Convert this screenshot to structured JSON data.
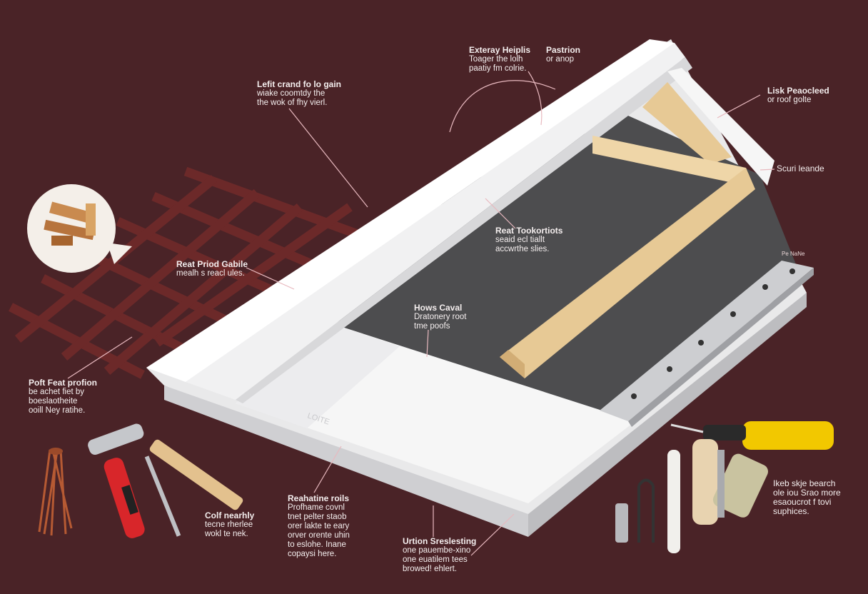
{
  "colors": {
    "background": "#4a2327",
    "membrane": "#4d4d4f",
    "panel": "#f4f4f4",
    "wood": "#e7c995",
    "lattice": "#6e2a2a",
    "leader": "#e8b9bf"
  },
  "labels": [
    {
      "id": "left-crand",
      "title": "Lefit crand fo lo gain",
      "lines": [
        "wiake coomtdy the",
        "the wok of fhy vierl."
      ]
    },
    {
      "id": "exteray",
      "title": "Exteray Heiplis",
      "lines": [
        "Toager the lolh",
        "paatiy fm colrie."
      ]
    },
    {
      "id": "pastrion",
      "title": "Pastrion",
      "lines": [
        "or anop"
      ]
    },
    {
      "id": "lisk",
      "title": "Lisk Peaocleed",
      "lines": [
        "or roof golte"
      ]
    },
    {
      "id": "scuri",
      "title": "",
      "lines": [
        "Scuri leande"
      ]
    },
    {
      "id": "reat-took",
      "title": "Reat Tookortiots",
      "lines": [
        "seaid ecl tiallt",
        "accwrthe slies."
      ]
    },
    {
      "id": "reat-gable",
      "title": "Reat Priod Gabile",
      "lines": [
        "mealh s reacl ules."
      ]
    },
    {
      "id": "hows-caval",
      "title": "Hows Caval",
      "lines": [
        "Dratonery root",
        "tme poofs"
      ]
    },
    {
      "id": "poft",
      "title": "Poft Feat profion",
      "lines": [
        "be achet fiet by",
        "boeslaotheite",
        "ooill Ney ratihe."
      ]
    },
    {
      "id": "colf",
      "title": "Colf nearhly",
      "lines": [
        "tecne rherlee",
        "wokl te nek."
      ]
    },
    {
      "id": "reahatine",
      "title": "Reahatine roils",
      "lines": [
        "Profhame covnl",
        "tnet pelter staob",
        "orer lakte te eary",
        "orver orente uhin",
        "to eslohe. Inane",
        "copaysi here."
      ]
    },
    {
      "id": "urtion",
      "title": "Urtion Sreslesting",
      "lines": [
        "one pauembe-xino",
        "one euatilem tees",
        "browed! ehlert."
      ]
    },
    {
      "id": "ikeb",
      "title": "",
      "lines": [
        "Ikeb skje bearch",
        "ole iou Srao more",
        "esaoucrot f tovi",
        "suphices."
      ]
    }
  ],
  "small_tags": {
    "metal_strip_tag": "Pe NaNe",
    "panel_stamp": "LOITE"
  }
}
